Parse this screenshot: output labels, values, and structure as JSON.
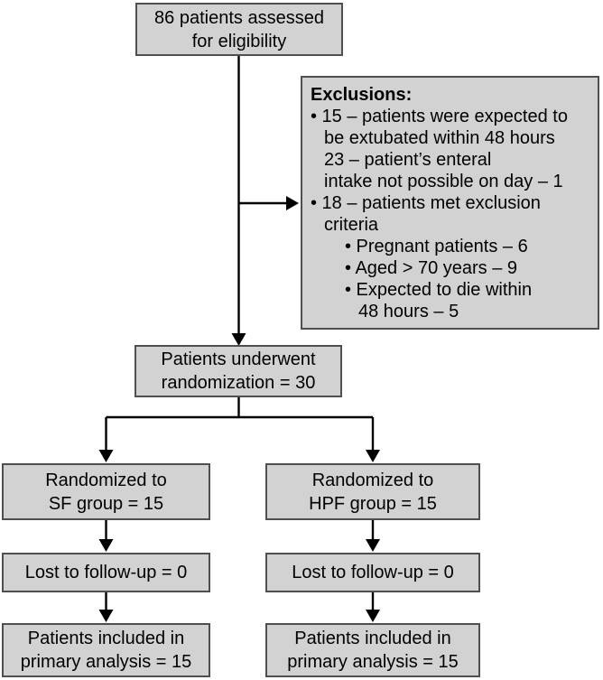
{
  "figure": {
    "type": "patient-flow-diagram",
    "background": "#ffffff"
  },
  "colors": {
    "box_fill": "#d2d2d2",
    "box_border": "#4f4f4f",
    "arrow": "#000000",
    "text": "#000000"
  },
  "boxes": {
    "assessed": {
      "lines": [
        "86 patients assessed",
        "for eligibility"
      ]
    },
    "exclusions": {
      "title": "Exclusions:",
      "items": [
        "• 15 – patients were expected to",
        "be extubated within 48 hours",
        "23 – patient’s enteral",
        "intake not possible on day – 1",
        "• 18 – patients met exclusion",
        "criteria",
        "• Pregnant patients – 6",
        "• Aged > 70 years – 9",
        "• Expected to die within",
        "48 hours – 5"
      ]
    },
    "randomization": {
      "lines": [
        "Patients underwent",
        "randomization = 30"
      ]
    },
    "sf_group": {
      "lines": [
        "Randomized to",
        "SF group = 15"
      ]
    },
    "hpf_group": {
      "lines": [
        "Randomized to",
        "HPF group = 15"
      ]
    },
    "lost_sf": {
      "lines": [
        "Lost to follow-up = 0"
      ]
    },
    "lost_hpf": {
      "lines": [
        "Lost to follow-up = 0"
      ]
    },
    "primary_sf": {
      "lines": [
        "Patients included in",
        "primary analysis = 15"
      ]
    },
    "primary_hpf": {
      "lines": [
        "Patients included in",
        "primary analysis = 15"
      ]
    }
  }
}
